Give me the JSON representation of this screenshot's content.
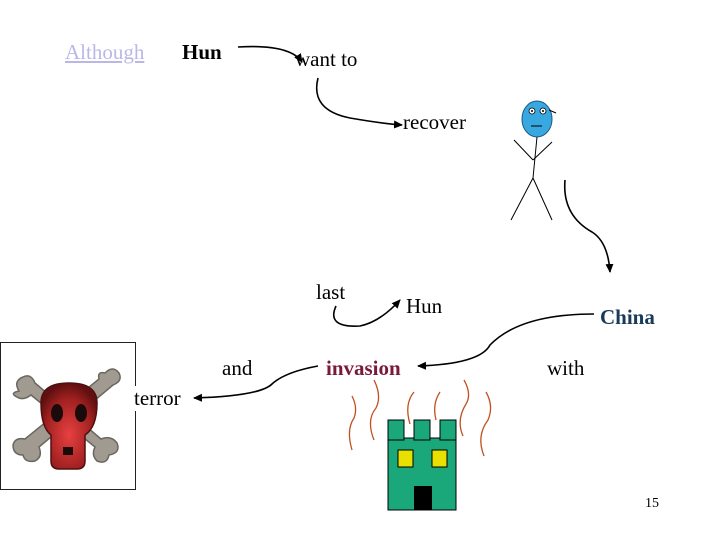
{
  "words": {
    "although": "Although",
    "hun_1": "Hun",
    "want_to": "want to",
    "recover": "recover",
    "last": "last",
    "hun_2": "Hun",
    "china": "China",
    "and": "and",
    "invasion": "invasion",
    "with": "with",
    "terror": "terror"
  },
  "page_number": "15",
  "colors": {
    "faded_word": "#b8b8e8",
    "invasion_word": "#7a1a3a",
    "china_word": "#1a3a5a",
    "face": "#3aa8e0",
    "building": "#1aa87a",
    "building_window": "#e8e000",
    "flame": "#c05020",
    "skull": "#c03030",
    "bones": "#a09a90"
  },
  "icons": [
    "stick-figure-icon",
    "skull-crossbones-icon",
    "burning-castle-icon"
  ]
}
